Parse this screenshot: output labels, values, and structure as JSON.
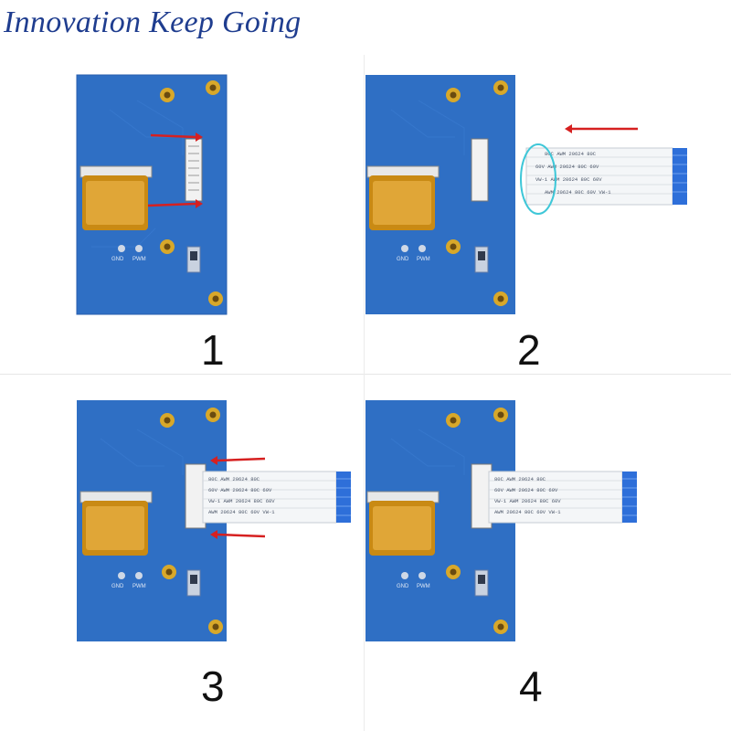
{
  "header": {
    "brand_text": "Innovation Keep Going"
  },
  "steps": [
    {
      "number": "1"
    },
    {
      "number": "2"
    },
    {
      "number": "3"
    },
    {
      "number": "4"
    }
  ],
  "board": {
    "gnd_label": "GND",
    "pwm_label": "PWM"
  },
  "cable": {
    "line1": "80C  AWM  20624  80C",
    "line2": "60V  AWM  20624  80C  60V",
    "line3": "VW-1  AWM  20624  80C  60V",
    "line4": "AWM  20624  80C  60V  VW-1"
  },
  "colors": {
    "board": "#2f6fc4",
    "pad_gold": "#d8a82a",
    "connector_amber": "#c98a14",
    "arrow_red": "#d62020",
    "highlight_cyan": "#3fc7d8",
    "cable_end_blue": "#2e6fd9"
  }
}
